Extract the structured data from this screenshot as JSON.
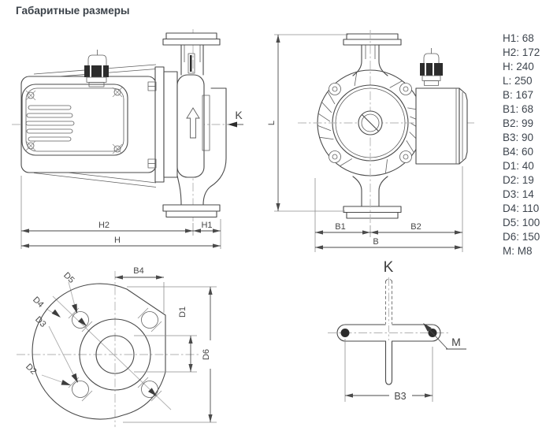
{
  "title": "Габаритные размеры",
  "colors": {
    "line": "#4a4a4a",
    "centerline": "#b3b3b3",
    "text": "#3e454e"
  },
  "dimension_list": [
    {
      "label": "H1",
      "value": "68",
      "text": "H1: 68"
    },
    {
      "label": "H2",
      "value": "172",
      "text": "H2: 172"
    },
    {
      "label": "H",
      "value": "240",
      "text": "H: 240"
    },
    {
      "label": "L",
      "value": "250",
      "text": "L: 250"
    },
    {
      "label": "B",
      "value": "167",
      "text": "B: 167"
    },
    {
      "label": "B1",
      "value": "68",
      "text": "B1: 68"
    },
    {
      "label": "B2",
      "value": "99",
      "text": "B2: 99"
    },
    {
      "label": "B3",
      "value": "90",
      "text": "B3: 90"
    },
    {
      "label": "B4",
      "value": "60",
      "text": "B4: 60"
    },
    {
      "label": "D1",
      "value": "40",
      "text": "D1: 40"
    },
    {
      "label": "D2",
      "value": "19",
      "text": "D2: 19"
    },
    {
      "label": "D3",
      "value": "14",
      "text": "D3: 14"
    },
    {
      "label": "D4",
      "value": "110",
      "text": "D4: 110"
    },
    {
      "label": "D5",
      "value": "100",
      "text": "D5: 100"
    },
    {
      "label": "D6",
      "value": "150",
      "text": "D6: 150"
    },
    {
      "label": "M",
      "value": "M8",
      "text": "M: M8"
    }
  ],
  "side_view": {
    "h2": "H2",
    "h1": "H1",
    "h": "H",
    "k": "K"
  },
  "front_view": {
    "l": "L",
    "b1": "B1",
    "b2": "B2",
    "b": "B"
  },
  "flange_view": {
    "b4": "B4",
    "d1": "D1",
    "d2": "D2",
    "d3": "D3",
    "d4": "D4",
    "d5": "D5",
    "d6": "D6"
  },
  "key_view": {
    "k": "K",
    "m": "M",
    "b3": "B3"
  }
}
